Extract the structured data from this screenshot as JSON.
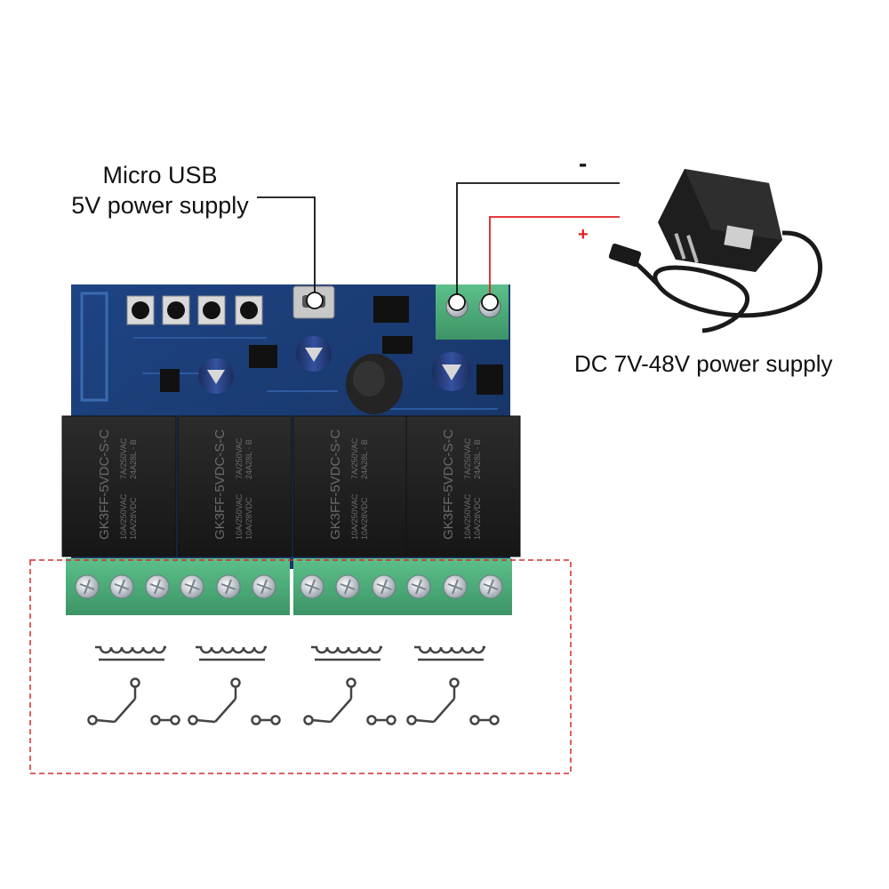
{
  "labels": {
    "usb_line1": "Micro USB",
    "usb_line2": "5V power supply",
    "dc_supply": "DC 7V-48V power supply",
    "minus": "-",
    "plus": "+"
  },
  "relays": [
    {
      "model": "GK3FF-5VDC-S-C",
      "rating1": "10A/250VAC",
      "rating2": "10A/28VDC",
      "rating3": "7A/250VAC",
      "rating4": "24A28L - B"
    },
    {
      "model": "GK3FF-5VDC-S-C",
      "rating1": "10A/250VAC",
      "rating2": "10A/28VDC",
      "rating3": "7A/250VAC",
      "rating4": "24A28L - B"
    },
    {
      "model": "GK3FF-5VDC-S-C",
      "rating1": "10A/250VAC",
      "rating2": "10A/28VDC",
      "rating3": "7A/250VAC",
      "rating4": "24A28L - B"
    },
    {
      "model": "GK3FF-5VDC-S-C",
      "rating1": "10A/250VAC",
      "rating2": "10A/28VDC",
      "rating3": "7A/250VAC",
      "rating4": "24A28L - B"
    }
  ],
  "colors": {
    "pcb": "#1b3d78",
    "relay": "#222222",
    "terminal": "#4fae79",
    "dashed_box": "#d22c2c",
    "positive_wire": "#e02020"
  }
}
